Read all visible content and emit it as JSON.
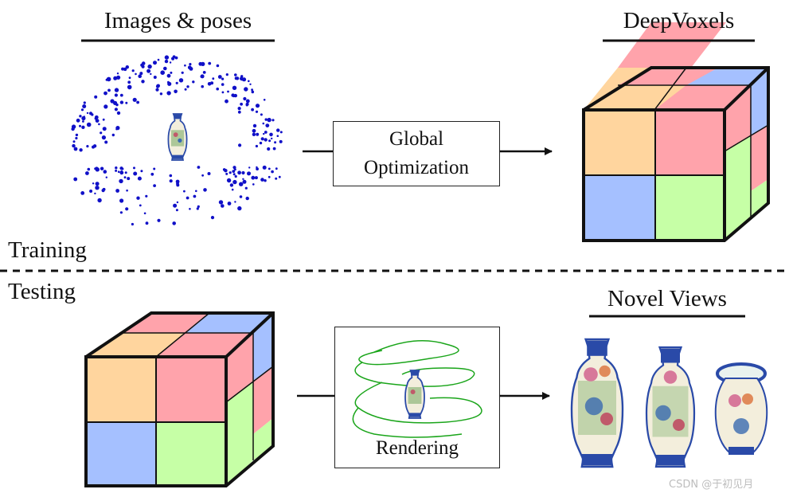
{
  "training": {
    "images_poses_title": "Images & poses",
    "deepvoxels_title": "DeepVoxels",
    "global_optimization_line1": "Global",
    "global_optimization_line2": "Optimization",
    "section_label": "Training"
  },
  "testing": {
    "section_label": "Testing",
    "rendering_label": "Rendering",
    "novel_views_title": "Novel Views"
  },
  "watermark": "CSDN @于初见月",
  "colors": {
    "orange": "#ffd59e",
    "red": "#ffa3ab",
    "blue": "#a5c0ff",
    "green": "#c6ffa6",
    "point_blue": "#1010c8",
    "spiral_green": "#1aa51a",
    "vase_blue": "#2a4aa8",
    "vase_cream": "#f3eedc"
  },
  "icons": [
    "camera-point-cloud",
    "vase-icon",
    "voxel-cube-icon",
    "spiral-trajectory-icon",
    "arrow-icon"
  ]
}
